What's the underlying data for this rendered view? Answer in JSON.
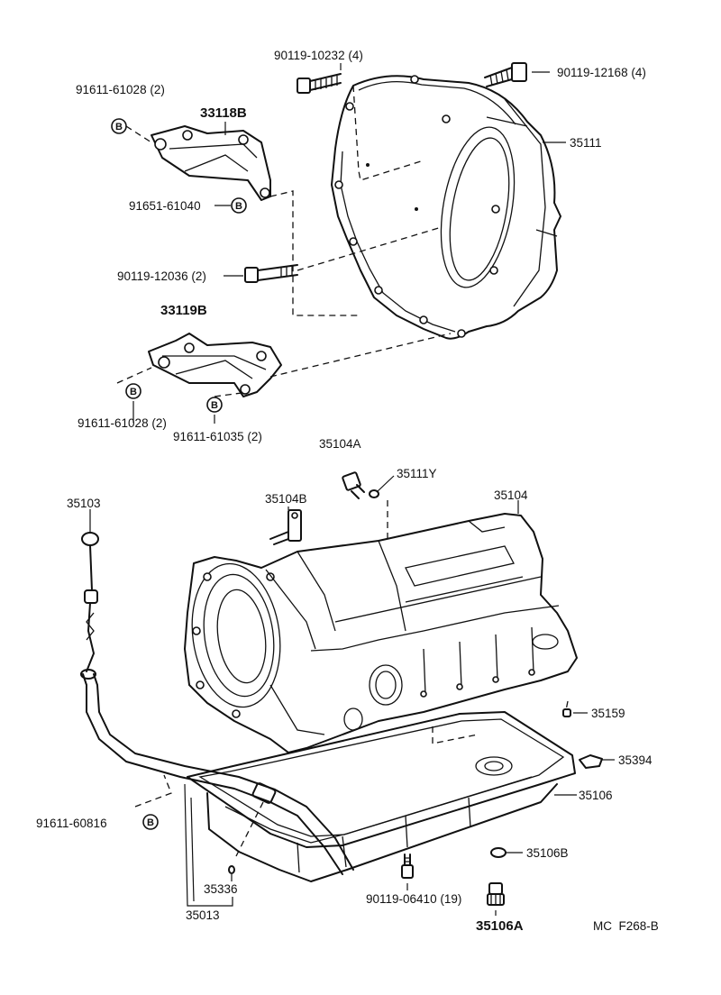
{
  "labels": {
    "bolt_top_center": "90119-10232 (4)",
    "bolt_top_right": "90119-12168 (4)",
    "bolt_left_top": "91611-61028 (2)",
    "bracket_upper": "33118B",
    "housing": "35111",
    "bolt_mid_left": "91651-61040",
    "bolt_long": "90119-12036 (2)",
    "bracket_lower": "33119B",
    "bolt_left_bottom": "91611-61028 (2)",
    "bolt_bottom_mid": "91611-61035 (2)",
    "plug_a": "35104A",
    "oring": "35111Y",
    "dipstick": "35103",
    "fitting_b": "35104B",
    "transmission_case": "35104",
    "magnet": "35159",
    "cap": "35394",
    "oil_pan": "35106",
    "bolt_tube": "91611-60816",
    "gasket_b": "35106B",
    "oring_tube": "35336",
    "pan_bolt": "90119-06410 (19)",
    "tube": "35013",
    "drain_plug": "35106A",
    "figure_code": "MC  F268-B"
  },
  "b_mark": "B"
}
